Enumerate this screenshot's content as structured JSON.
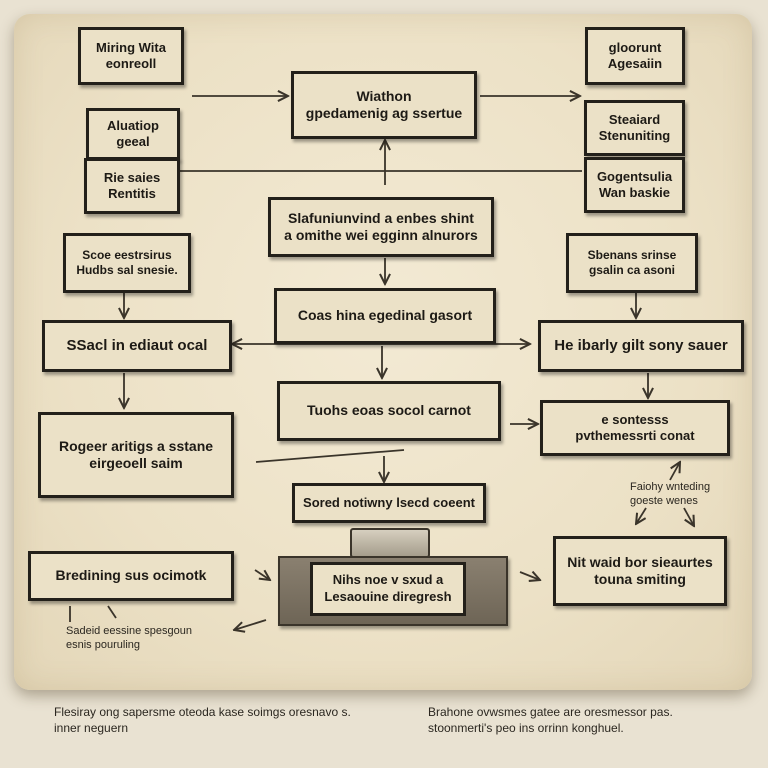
{
  "boxes": {
    "top_left_1": [
      "Miring Wita",
      "eonreoll"
    ],
    "top_left_2": [
      "Aluatiop",
      "geeal"
    ],
    "top_left_3": [
      "Rie saies",
      "Rentitis"
    ],
    "top_center": [
      "Wiathon",
      "gpedamenig ag ssertue"
    ],
    "top_right_1": [
      "gloorunt",
      "Agesaiin"
    ],
    "top_right_2": [
      "Steaiard",
      "Stenuniting"
    ],
    "top_right_3": [
      "Gogentsulia",
      "Wan baskie"
    ],
    "mid_center_1": [
      "Slafuniunvind a enbes shint",
      "a omithe wei egginn alnurors"
    ],
    "left_2": [
      "Scoe eestrsirus",
      "Hudbs sal snesie."
    ],
    "right_2": [
      "Sbenans srinse",
      "gsalin ca asoni"
    ],
    "mid_center_2": [
      "Coas hina egedinal gasort"
    ],
    "left_3": [
      "SSacl in ediaut ocal"
    ],
    "right_3": [
      "He ibarly gilt sony sauer"
    ],
    "mid_center_3": [
      "Tuohs eoas socol carnot"
    ],
    "left_4": [
      "Rogeer aritigs a sstane",
      "eirgeoell saim"
    ],
    "right_4": [
      "e sontesss",
      "pvthemessrti conat"
    ],
    "mid_center_4": [
      "Sored notiwny lsecd coeent"
    ],
    "machine_label": [
      "Nihs noe v sxud a",
      "Lesaouine diregresh"
    ],
    "left_5": [
      "Bredining sus ocimotk"
    ],
    "right_5": [
      "Nit waid bor sieaurtes",
      "touna smiting"
    ]
  },
  "notes": {
    "left_note": [
      "Sadeid eessine spesgoun",
      "esnis pouruling"
    ],
    "right_note": [
      "Faiohy wnteding",
      "goeste wenes"
    ]
  },
  "footer": {
    "left": [
      "Flesiray ong sapersme oteoda kase soimgs oresnavo s.",
      "inner neguern"
    ],
    "right": [
      "Brahone ovwsmes gatee are oresmessor pas.",
      "stoonmerti's peo ins orrinn konghuel."
    ]
  }
}
